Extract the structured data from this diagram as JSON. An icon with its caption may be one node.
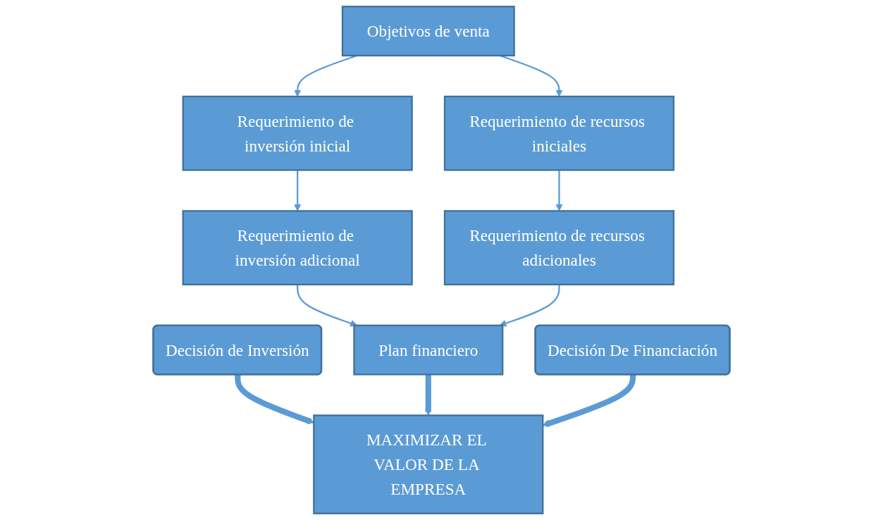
{
  "diagram": {
    "nodes": [
      {
        "text": [
          "Decisión de Inversión"
        ]
      },
      {
        "text": [
          "Objetivos de venta"
        ]
      },
      {
        "text": [
          "Requerimiento de inversión inicial"
        ]
      },
      {
        "text": [
          "Requerimiento de recursos iniciales"
        ]
      },
      {
        "text": [
          "Requerimiento de inversión adicional"
        ]
      },
      {
        "text": [
          "Requerimiento de recursos adicionales"
        ]
      },
      {
        "text": [
          "Plan financiero"
        ]
      },
      {
        "text": [
          "Decisión De Financiación"
        ]
      },
      {
        "text": [
          "MAXIMIZAR EL VALOR DE LA EMPRESA"
        ]
      }
    ],
    "edges": [
      {
        "from": 1,
        "to": 2,
        "arrow": "to"
      },
      {
        "from": 1,
        "to": 3,
        "arrow": "to"
      },
      {
        "from": 2,
        "to": 4,
        "arrow": "to"
      },
      {
        "from": 3,
        "to": 5,
        "arrow": "to"
      },
      {
        "from": 4,
        "to": 6,
        "arrow": "to"
      },
      {
        "from": 5,
        "to": 6,
        "arrow": "to"
      },
      {
        "from": 0,
        "to": 8,
        "arrow": "to",
        "style": "thick"
      },
      {
        "from": 6,
        "to": 8,
        "arrow": "to",
        "style": "thick"
      },
      {
        "from": 7,
        "to": 8,
        "arrow": "to",
        "style": "thick"
      }
    ]
  }
}
